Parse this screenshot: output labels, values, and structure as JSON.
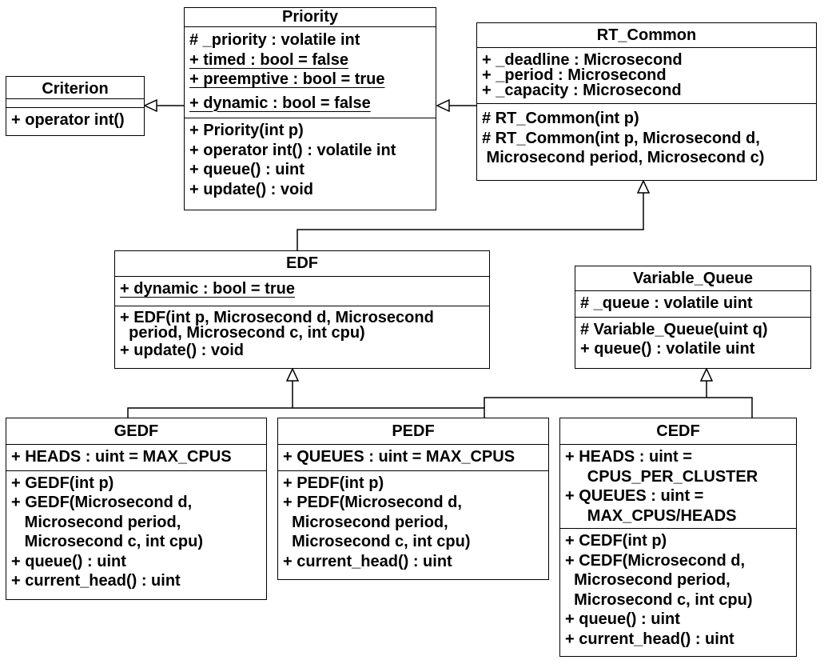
{
  "classes": {
    "priority": {
      "name": "Priority",
      "attributes": [
        "# _priority : volatile int",
        "+ timed : bool = false",
        "+ preemptive : bool = true",
        "+ dynamic : bool = false"
      ],
      "operations": [
        "+ Priority(int p)",
        "+ operator int() : volatile int",
        "+ queue() : uint",
        "+ update() : void"
      ]
    },
    "criterion": {
      "name": "Criterion",
      "attributes": [],
      "operations": [
        "+ operator int()"
      ]
    },
    "rt_common": {
      "name": "RT_Common",
      "attributes": [
        "+ _deadline : Microsecond",
        "+ _period : Microsecond",
        "+ _capacity : Microsecond"
      ],
      "operations": [
        "# RT_Common(int p)",
        "# RT_Common(int p, Microsecond d,",
        " Microsecond period, Microsecond c)"
      ]
    },
    "edf": {
      "name": "EDF",
      "attributes": [
        "+ dynamic : bool = true"
      ],
      "operations": [
        "+ EDF(int p, Microsecond d, Microsecond",
        "  period, Microsecond c, int cpu)",
        "+ update() : void"
      ]
    },
    "variable_queue": {
      "name": "Variable_Queue",
      "attributes": [
        "# _queue : volatile uint"
      ],
      "operations": [
        "# Variable_Queue(uint q)",
        "+ queue() : volatile uint"
      ]
    },
    "gedf": {
      "name": "GEDF",
      "attributes": [
        "+ HEADS : uint = MAX_CPUS"
      ],
      "operations": [
        "+ GEDF(int p)",
        "+ GEDF(Microsecond d,",
        "   Microsecond period,",
        "   Microsecond c, int cpu)",
        "+ queue() : uint",
        "+ current_head() : uint"
      ]
    },
    "pedf": {
      "name": "PEDF",
      "attributes": [
        "+ QUEUES : uint = MAX_CPUS"
      ],
      "operations": [
        "+ PEDF(int p)",
        "+ PEDF(Microsecond d,",
        "  Microsecond period,",
        "  Microsecond c, int cpu)",
        "+ current_head() : uint"
      ]
    },
    "cedf": {
      "name": "CEDF",
      "attributes": [
        "+ HEADS : uint =",
        "     CPUS_PER_CLUSTER",
        "+ QUEUES : uint =",
        "     MAX_CPUS/HEADS"
      ],
      "operations": [
        "+ CEDF(int p)",
        "+ CEDF(Microsecond d,",
        "  Microsecond period,",
        "  Microsecond c, int cpu)",
        "+ queue() : uint",
        "+ current_head() : uint"
      ]
    }
  }
}
